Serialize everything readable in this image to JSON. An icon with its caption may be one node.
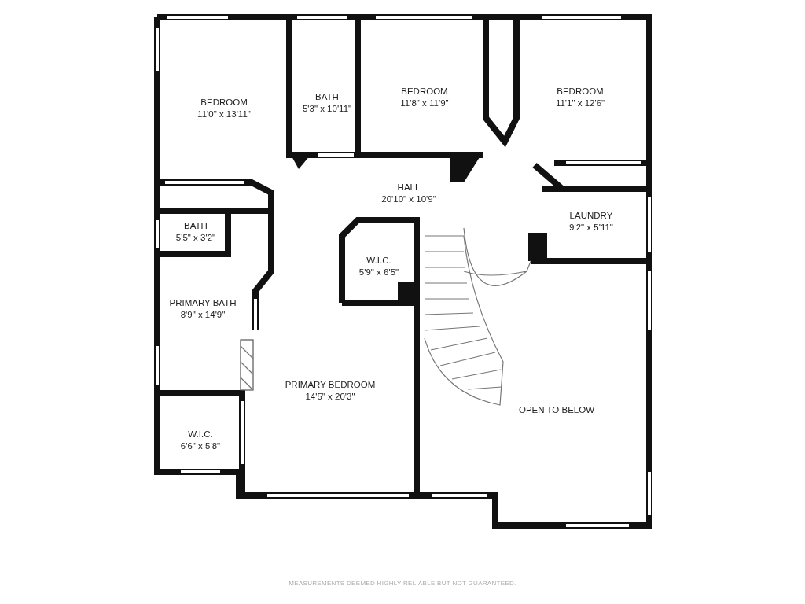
{
  "diagram": {
    "nodes": [
      {
        "text": [
          "BEDROOM",
          "11'0\" x 13'11\""
        ]
      },
      {
        "text": [
          "BATH",
          "5'3\" x 10'11\""
        ]
      },
      {
        "text": [
          "BEDROOM",
          "11'8\" x 11'9\""
        ]
      },
      {
        "text": [
          "BEDROOM",
          "11'1\" x 12'6\""
        ]
      },
      {
        "text": [
          "HALL",
          "20'10\" x 10'9\""
        ]
      },
      {
        "text": [
          "LAUNDRY",
          "9'2\" x 5'11\""
        ]
      },
      {
        "text": [
          "BATH",
          "5'5\" x 3'2\""
        ]
      },
      {
        "text": [
          "W.I.C.",
          "5'9\" x 6'5\""
        ]
      },
      {
        "text": [
          "PRIMARY BATH",
          "8'9\" x 14'9\""
        ]
      },
      {
        "text": [
          "PRIMARY BEDROOM",
          "14'5\" x 20'3\""
        ]
      },
      {
        "text": [
          "OPEN TO BELOW"
        ]
      },
      {
        "text": [
          "W.I.C.",
          "6'6\" x 5'8\""
        ]
      }
    ],
    "labels": [
      "MEASUREMENTS DEEMED HIGHLY RELIABLE BUT NOT GUARANTEED."
    ]
  }
}
